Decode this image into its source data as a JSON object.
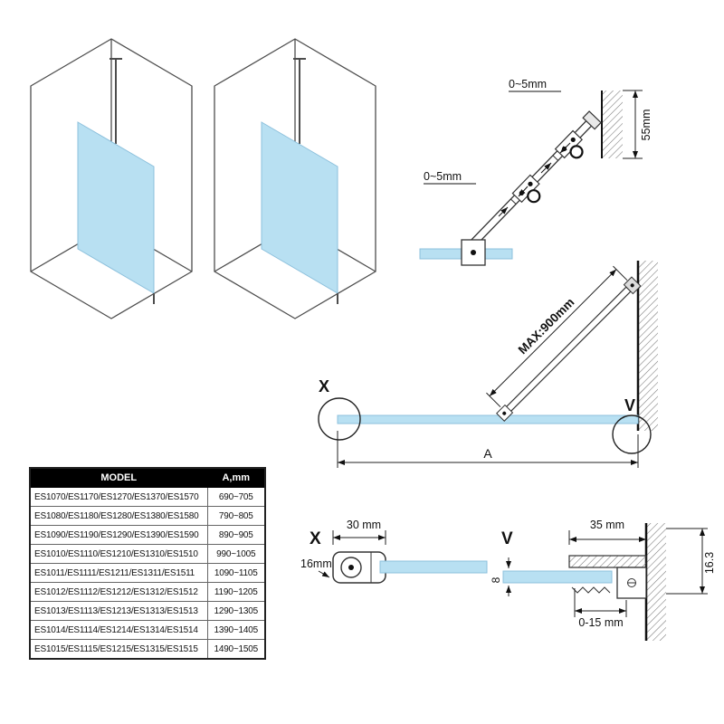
{
  "colors": {
    "glass": "#b8e0f2",
    "glass_edge": "#8cc0dc",
    "line": "#333333",
    "table_header_bg": "#000000",
    "table_header_text": "#ffffff"
  },
  "bracket_detail": {
    "gap_top_label": "0~5mm",
    "gap_bottom_label": "0~5mm",
    "wall_height_label": "55mm"
  },
  "plan_view": {
    "bar_max_label": "MAX:900mm",
    "detail_x_marker": "X",
    "detail_v_marker": "V",
    "width_label": "A"
  },
  "detail_x": {
    "title": "X",
    "width_label": "30 mm",
    "depth_label": "16mm"
  },
  "detail_v": {
    "title": "V",
    "width_label": "35 mm",
    "glass_thickness_label": "8",
    "adjust_label": "0-15 mm",
    "depth_label": "16.3"
  },
  "table": {
    "headers": [
      "MODEL",
      "A,mm"
    ],
    "rows": [
      {
        "model": "ES1070/ES1170/ES1270/ES1370/ES1570",
        "a": "690~705"
      },
      {
        "model": "ES1080/ES1180/ES1280/ES1380/ES1580",
        "a": "790~805"
      },
      {
        "model": "ES1090/ES1190/ES1290/ES1390/ES1590",
        "a": "890~905"
      },
      {
        "model": "ES1010/ES1110/ES1210/ES1310/ES1510",
        "a": "990~1005"
      },
      {
        "model": "ES1011/ES1111/ES1211/ES1311/ES1511",
        "a": "1090~1105"
      },
      {
        "model": "ES1012/ES1112/ES1212/ES1312/ES1512",
        "a": "1190~1205"
      },
      {
        "model": "ES1013/ES1113/ES1213/ES1313/ES1513",
        "a": "1290~1305"
      },
      {
        "model": "ES1014/ES1114/ES1214/ES1314/ES1514",
        "a": "1390~1405"
      },
      {
        "model": "ES1015/ES1115/ES1215/ES1315/ES1515",
        "a": "1490~1505"
      }
    ]
  }
}
